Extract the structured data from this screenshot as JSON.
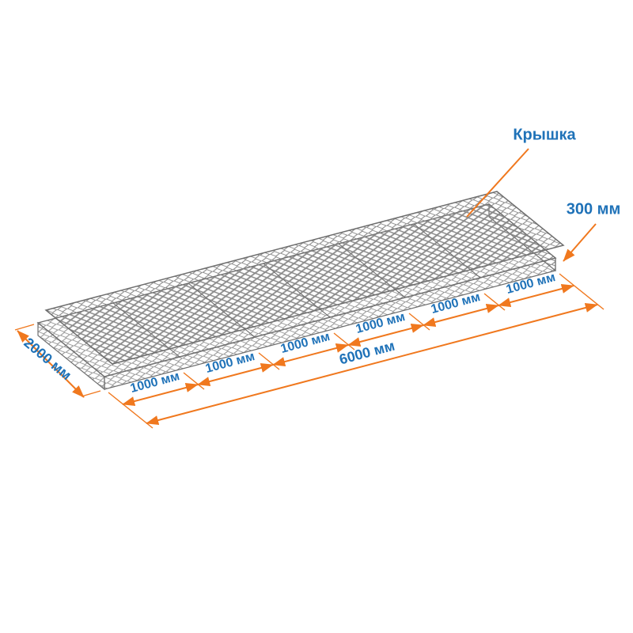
{
  "diagram": {
    "part_label": "Крышка",
    "height_label": "300 мм",
    "width_label": "2000 мм",
    "total_length_label": "6000 мм",
    "segment_labels": [
      "1000 мм",
      "1000 мм",
      "1000 мм",
      "1000 мм",
      "1000 мм",
      "1000 мм"
    ],
    "colors": {
      "dimension_line": "#F0781E",
      "label_text": "#1F72B8",
      "mesh_wire": "#8F8F8F"
    }
  }
}
